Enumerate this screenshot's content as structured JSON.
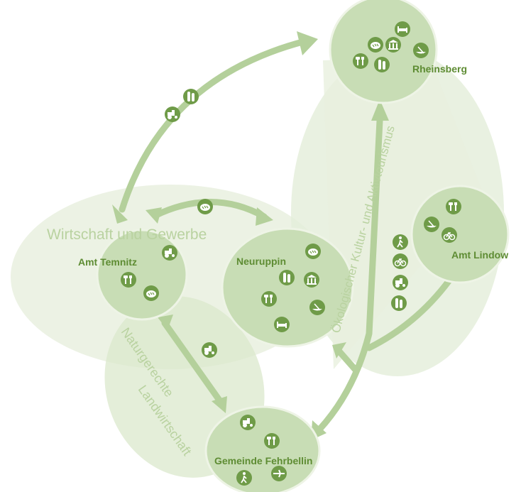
{
  "colors": {
    "node_fill": "#c8ddb5",
    "node_stroke": "#e8f1df",
    "zone_fill": "#dfeacf",
    "arrow": "#b4d09b",
    "icon_fill": "#6f9b48",
    "label_green": "#5e8c33",
    "zone_label": "#b9d2a0"
  },
  "nodes": {
    "rheinsberg": "Rheinsberg",
    "temnitz": "Amt Temnitz",
    "neuruppin": "Neuruppin",
    "lindow": "Amt Lindow",
    "fehrbellin": "Gemeinde Fehrbellin"
  },
  "zones": {
    "wirtschaft": "Wirtschaft und Gewerbe",
    "tourismus": "Ökologischer Kultur- und Aktivtourismus",
    "natur_line1": "Naturgerechte",
    "natur_line2": "Landwirtschaft"
  },
  "icons": {
    "rheinsberg": [
      "bread-icon",
      "museum-icon",
      "bed-icon",
      "canoe-icon",
      "cutlery-icon",
      "jar-icon"
    ],
    "temnitz": [
      "tractor-icon",
      "cutlery-icon",
      "bread-icon"
    ],
    "neuruppin": [
      "bread-icon",
      "jar-icon",
      "museum-icon",
      "cutlery-icon",
      "canoe-icon",
      "bed-icon"
    ],
    "lindow": [
      "cutlery-icon",
      "canoe-icon",
      "bicycle-icon"
    ],
    "fehrbellin": [
      "tractor-icon",
      "cutlery-icon",
      "hiker-icon",
      "plane-icon"
    ],
    "arrow_temnitz_rheinsberg": [
      "jar-icon",
      "tractor-icon"
    ],
    "arrow_temnitz_neuruppin": [
      "bread-icon"
    ],
    "arrow_temnitz_fehrbellin": [
      "tractor-icon"
    ],
    "arrow_tourism": [
      "hiker-icon",
      "bicycle-icon",
      "tractor-icon",
      "jar-icon"
    ]
  }
}
